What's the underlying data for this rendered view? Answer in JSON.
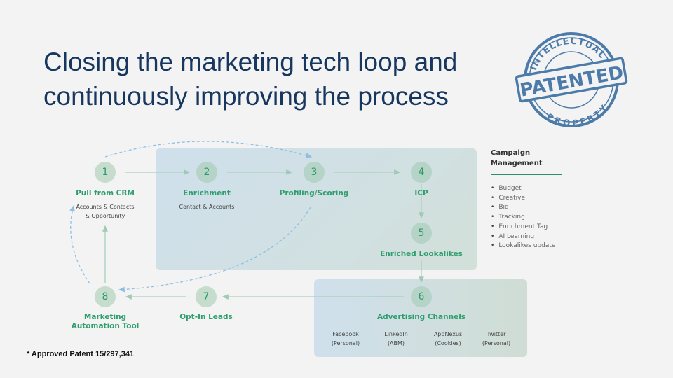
{
  "title_lines": [
    "Closing the marketing tech loop and",
    "continuously improving the process"
  ],
  "stamp": {
    "top": "INTELLECTUAL",
    "center": "PATENTED",
    "bottom": "PROPERTY",
    "color": "#3a6fa3"
  },
  "steps": [
    {
      "num": "1",
      "label": "Pull from CRM",
      "sub": [
        "Accounts & Contacts",
        "& Opportunity"
      ]
    },
    {
      "num": "2",
      "label": "Enrichment",
      "sub": [
        "Contact & Accounts"
      ]
    },
    {
      "num": "3",
      "label": "Profiling/Scoring"
    },
    {
      "num": "4",
      "label": "ICP"
    },
    {
      "num": "5",
      "label": "Enriched Lookalikes"
    },
    {
      "num": "6",
      "label": "Advertising Channels"
    },
    {
      "num": "7",
      "label": "Opt-In Leads"
    },
    {
      "num": "8",
      "label": [
        "Marketing",
        "Automation Tool"
      ]
    }
  ],
  "channels": [
    {
      "name": "Facebook",
      "type": "(Personal)"
    },
    {
      "name": "LinkedIn",
      "type": "(ABM)"
    },
    {
      "name": "AppNexus",
      "type": "(Cookies)"
    },
    {
      "name": "Twitter",
      "type": "(Personal)"
    }
  ],
  "campaign": {
    "title": [
      "Campaign",
      "Management"
    ],
    "items": [
      "Budget",
      "Creative",
      "Bid",
      "Tracking",
      "Enrichment Tag",
      "AI Learning",
      "Lookalikes update"
    ]
  },
  "footnote": "* Approved Patent 15/297,341",
  "colors": {
    "accent": "#2f9e6f",
    "title": "#17375e",
    "dashed": "#8fc0e4"
  }
}
